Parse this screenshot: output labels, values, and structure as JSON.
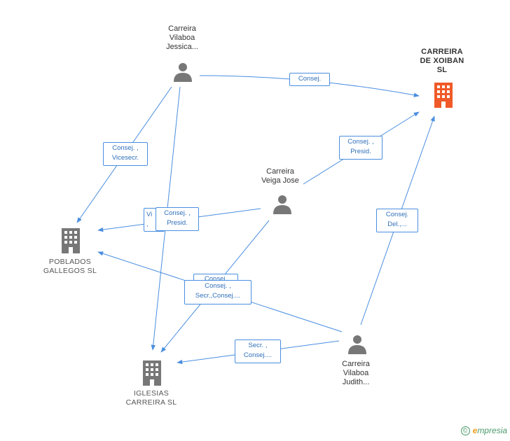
{
  "nodes": {
    "jessica": {
      "lines": [
        "Carreira",
        "Vilaboa",
        "Jessica..."
      ]
    },
    "xoiban": {
      "lines": [
        "CARREIRA",
        "DE XOIBAN",
        "SL"
      ]
    },
    "veiga": {
      "lines": [
        "Carreira",
        "Veiga Jose"
      ]
    },
    "poblados": {
      "lines": [
        "POBLADOS",
        "GALLEGOS  SL"
      ]
    },
    "iglesias": {
      "lines": [
        "IGLESIAS",
        "CARREIRA  SL"
      ]
    },
    "judith": {
      "lines": [
        "Carreira",
        "Vilaboa",
        "Judith..."
      ]
    }
  },
  "edges": {
    "jessica_xoiban": {
      "lines": [
        "Consej."
      ]
    },
    "jessica_poblados": {
      "lines": [
        "Consej. ,",
        "Vicesecr."
      ]
    },
    "veiga_xoiban": {
      "lines": [
        "Consej. ,",
        "Presid."
      ]
    },
    "veiga_poblados_hidden": {
      "lines": [
        "Vi",
        ","
      ]
    },
    "jessica_iglesias": {
      "lines": [
        "Consej. ,",
        "Presid."
      ]
    },
    "judith_xoiban": {
      "lines": [
        "Consej.",
        "Del.,..."
      ]
    },
    "veiga_iglesias_hidden": {
      "lines": [
        "Consej."
      ]
    },
    "judith_poblados": {
      "lines": [
        "Consej. ,",
        "Secr.,Consej...."
      ]
    },
    "judith_iglesias": {
      "lines": [
        "Secr. ,",
        "Consej...."
      ]
    }
  },
  "colors": {
    "line": "#4a8ee0",
    "person": "#777777",
    "company": "#777777",
    "focus": "#f05a28"
  },
  "icons": {
    "person": "person-icon",
    "company": "building-icon"
  },
  "brand": {
    "symbol": "©",
    "e": "e",
    "rest": "mpresia"
  }
}
